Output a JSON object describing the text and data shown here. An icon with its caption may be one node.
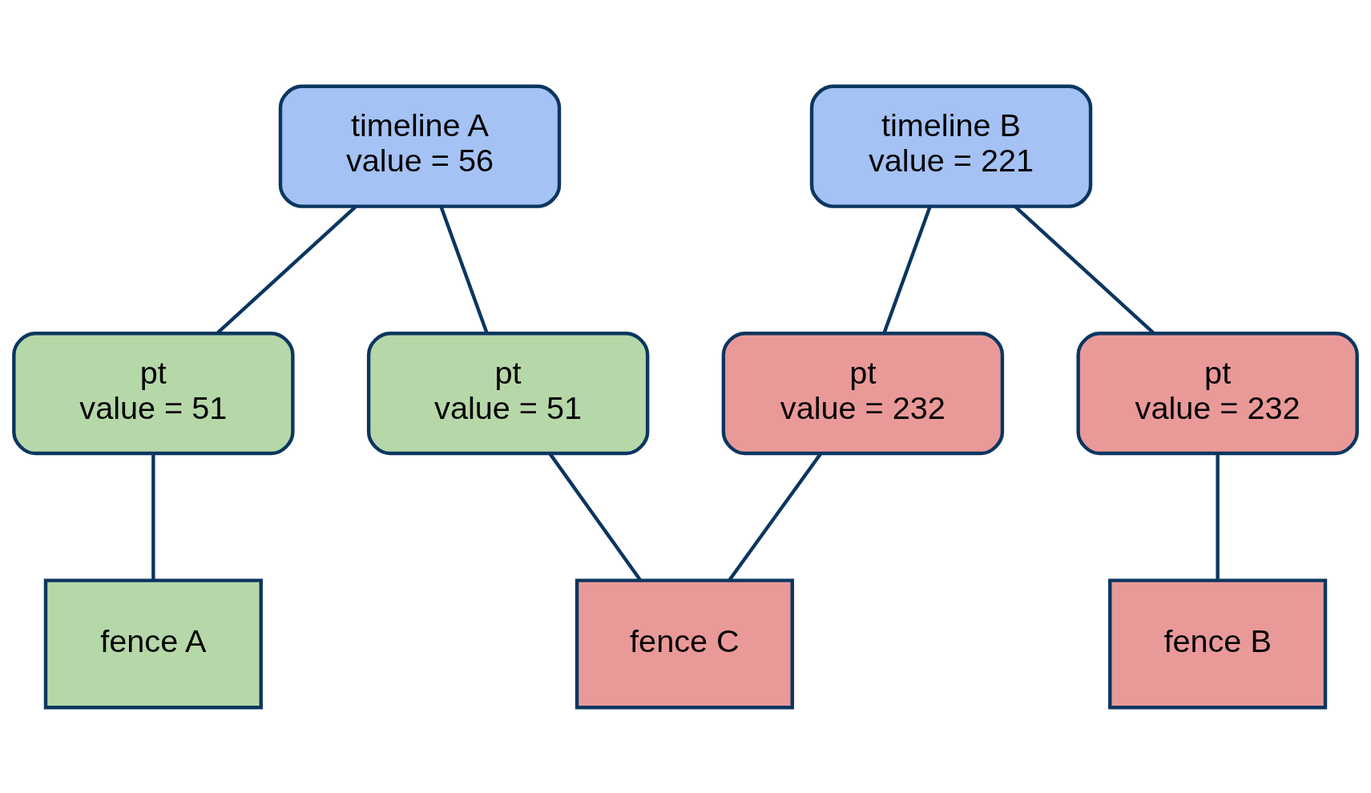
{
  "diagram": {
    "nodes": [
      {
        "text": [
          "timeline A",
          "value = 56"
        ]
      },
      {
        "text": [
          "timeline B",
          "value = 221"
        ]
      },
      {
        "text": [
          "pt",
          "value = 51"
        ]
      },
      {
        "text": [
          "pt",
          "value = 51"
        ]
      },
      {
        "text": [
          "pt",
          "value = 232"
        ]
      },
      {
        "text": [
          "pt",
          "value = 232"
        ]
      },
      {
        "text": [
          "fence A"
        ]
      },
      {
        "text": [
          "fence C"
        ]
      },
      {
        "text": [
          "fence B"
        ]
      }
    ],
    "edges": [
      {
        "from": 0,
        "to": 2,
        "arrow": "none"
      },
      {
        "from": 0,
        "to": 3,
        "arrow": "none"
      },
      {
        "from": 1,
        "to": 4,
        "arrow": "none"
      },
      {
        "from": 1,
        "to": 5,
        "arrow": "none"
      },
      {
        "from": 2,
        "to": 6,
        "arrow": "none"
      },
      {
        "from": 3,
        "to": 7,
        "arrow": "none"
      },
      {
        "from": 4,
        "to": 7,
        "arrow": "none"
      },
      {
        "from": 5,
        "to": 8,
        "arrow": "none"
      }
    ]
  }
}
